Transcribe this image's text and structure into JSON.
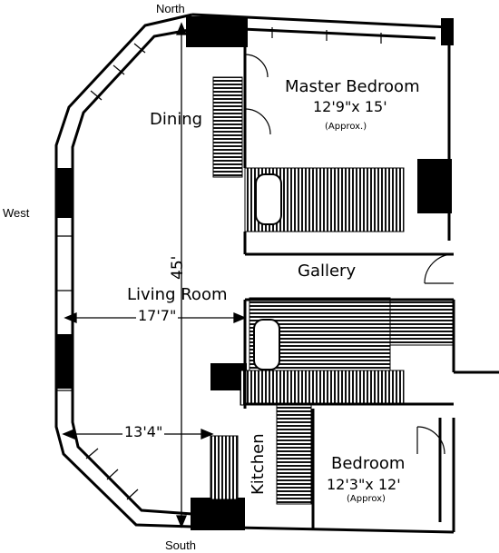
{
  "compass": {
    "north": "North",
    "south": "South",
    "west": "West"
  },
  "rooms": {
    "master_bedroom": {
      "name": "Master Bedroom",
      "size": "12'9\"x 15'",
      "note": "(Approx.)"
    },
    "dining": {
      "name": "Dining"
    },
    "gallery": {
      "name": "Gallery"
    },
    "living_room": {
      "name": "Living Room"
    },
    "kitchen": {
      "name": "Kitchen"
    },
    "bedroom": {
      "name": "Bedroom",
      "size": "12'3\"x 12'",
      "note": "(Approx)"
    }
  },
  "dimensions": {
    "length": "45'",
    "living_width": "17'7\"",
    "lower_width": "13'4\""
  },
  "colors": {
    "ink": "#000000",
    "paper": "#ffffff"
  }
}
